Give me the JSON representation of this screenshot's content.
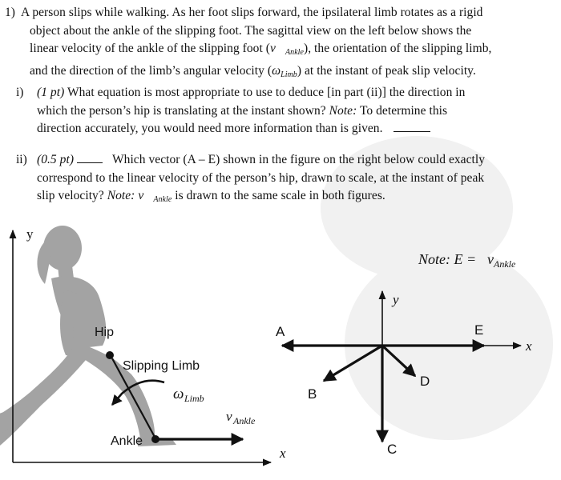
{
  "q1": {
    "number": "1)",
    "line1": "A person slips while walking.  As her foot slips forward, the ipsilateral limb rotates as a rigid",
    "line2": "object about the ankle of the slipping foot.  The sagittal view on the left below shows the",
    "line3a": "linear velocity of the ankle of the slipping foot (",
    "line3_v": "v⃗",
    "line3_sub": "Ankle",
    "line3b": "), the orientation of the slipping limb,",
    "line4a": "and the direction of the limb’s angular velocity (",
    "line4_w": "ω",
    "line4_sub": "Limb",
    "line4b": ") at the instant of peak slip velocity."
  },
  "part_i": {
    "label": "i)",
    "points": "(1 pt)",
    "line1": " What equation is most appropriate to use to deduce [in part (ii)] the direction in",
    "line2": "which the person’s hip is translating at the instant shown?",
    "note_label": "Note:",
    "line2b": " To determine this",
    "line3": "direction accurately, you would need more information than is given."
  },
  "part_ii": {
    "label": "ii)",
    "points": "(0.5 pt)",
    "line1": "Which vector (A – E) shown in the figure on the right below could exactly",
    "line2": "correspond to the linear velocity of the person’s hip, drawn to scale, at the instant of peak",
    "line3a": "slip velocity? ",
    "note_label": "Note:",
    "line3_v": " v⃗",
    "line3_sub": "Ankle",
    "line3b": " is drawn to the same scale in both figures."
  },
  "figure_left": {
    "y_axis": "y",
    "x_axis": "x",
    "hip": "Hip",
    "limb": "Slipping Limb",
    "omega": "ω",
    "omega_sub": "Limb",
    "v": "v⃗",
    "v_sub": "Ankle",
    "ankle": "Ankle"
  },
  "figure_right": {
    "note": "Note: E = ",
    "note_v": "v⃗",
    "note_sub": "Ankle",
    "y_axis": "y",
    "x_axis": "x",
    "A": "A",
    "B": "B",
    "C": "C",
    "D": "D",
    "E": "E"
  },
  "colors": {
    "silhouette": "#a3a3a3",
    "ink": "#111111"
  }
}
